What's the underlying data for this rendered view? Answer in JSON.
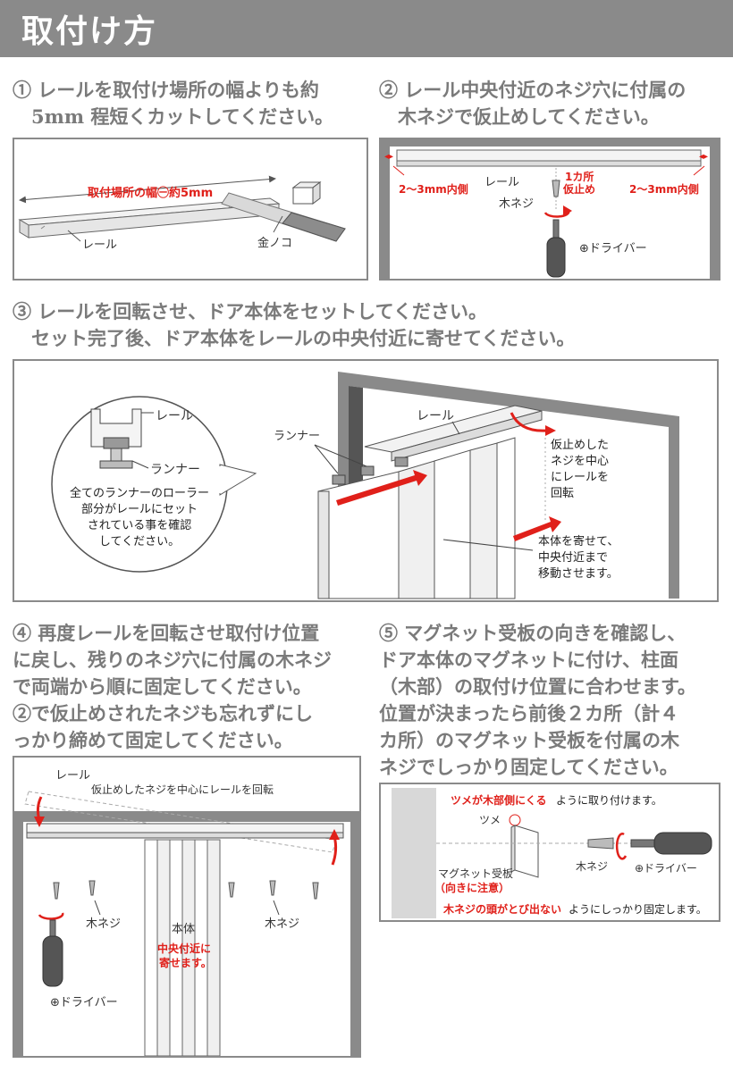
{
  "header": {
    "title": "取付け方"
  },
  "steps": [
    {
      "lines": [
        "① レールを取付け場所の幅よりも約",
        "　5mm 程短くカットしてください。"
      ]
    },
    {
      "lines": [
        "② レール中央付近のネジ穴に付属の",
        "　木ネジで仮止めしてください。"
      ]
    },
    {
      "lines": [
        "③ レールを回転させ、ドア本体をセットしてください。",
        "　セット完了後、ドア本体をレールの中央付近に寄せてください。"
      ]
    },
    {
      "lines": [
        "④ 再度レールを回転させ取付け位置",
        "に戻し、残りのネジ穴に付属の木ネジ",
        "で両端から順に固定してください。",
        "②で仮止めされたネジも忘れずにし",
        "っかり締めて固定してください。"
      ]
    },
    {
      "lines": [
        "⑤ マグネット受板の向きを確認し、",
        "ドア本体のマグネットに付け、柱面",
        "（木部）の取付け位置に合わせます。",
        "位置が決まったら前後２カ所（計４",
        "カ所）のマグネット受板を付属の木",
        "ネジでしっかり固定してください。"
      ]
    }
  ],
  "fig1": {
    "width_label": "取付場所の幅㊀約5mm",
    "rail": "レール",
    "saw": "金ノコ"
  },
  "fig2": {
    "gap_left": "2～3mm内側",
    "gap_right": "2～3mm内側",
    "rail": "レール",
    "one_place": "1カ所",
    "tack": "仮止め",
    "screw": "木ネジ",
    "driver": "⊕ドライバー"
  },
  "fig3": {
    "rail_zoom": "レール",
    "runner_zoom": "ランナー",
    "note": [
      "全てのランナーのローラー",
      "部分がレールにセット",
      "されている事を確認",
      "してください。"
    ],
    "runner": "ランナー",
    "rail": "レール",
    "rotate_note": [
      "仮止めした",
      "ネジを中心",
      "にレールを",
      "回転"
    ],
    "move_note": [
      "本体を寄せて、",
      "中央付近まで",
      "移動させます。"
    ]
  },
  "fig4": {
    "rail": "レール",
    "rotate": "仮止めしたネジを中心にレールを回転",
    "screw_left": "木ネジ",
    "screw_right": "木ネジ",
    "body": "本体",
    "center1": "中央付近に",
    "center2": "寄せます。",
    "driver": "⊕ドライバー"
  },
  "fig5": {
    "top_red": "ツメが木部側にくる",
    "top_rest": "ように取り付けます。",
    "claw": "ツメ",
    "plate": "マグネット受板",
    "caution": "（向きに注意）",
    "screw": "木ネジ",
    "driver": "⊕ドライバー",
    "bottom_red": "木ネジの頭がとび出ない",
    "bottom_rest": "ようにしっかり固定します。"
  }
}
